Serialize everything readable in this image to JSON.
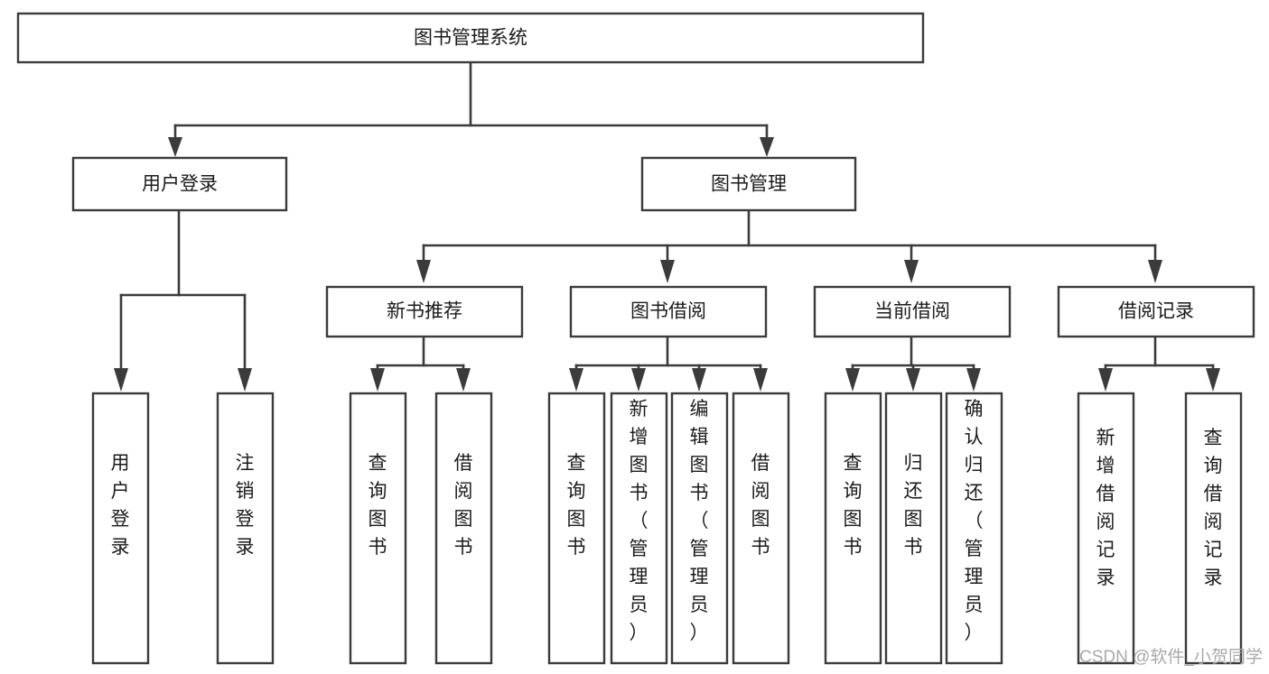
{
  "diagram": {
    "title": "图书管理系统",
    "type": "tree-hierarchy",
    "colors": {
      "box_stroke": "#3b3b3b",
      "box_fill": "#ffffff",
      "connector": "#3b3b3b",
      "text": "#1b1b1b",
      "watermark": "#a9a9a9",
      "background": "#ffffff"
    },
    "root": {
      "label": "图书管理系统"
    },
    "level2": [
      {
        "label": "用户登录"
      },
      {
        "label": "图书管理"
      }
    ],
    "level3": [
      {
        "label": "新书推荐"
      },
      {
        "label": "图书借阅"
      },
      {
        "label": "当前借阅"
      },
      {
        "label": "借阅记录"
      }
    ],
    "leaves": {
      "user_login": [
        {
          "label": "用户登录"
        },
        {
          "label": "注销登录"
        }
      ],
      "new_book_recommend": [
        {
          "label": "查询图书"
        },
        {
          "label": "借阅图书"
        }
      ],
      "book_borrow": [
        {
          "label": "查询图书"
        },
        {
          "label": "新增图书（管理员）"
        },
        {
          "label": "编辑图书（管理员）"
        },
        {
          "label": "借阅图书"
        }
      ],
      "current_borrow": [
        {
          "label": "查询图书"
        },
        {
          "label": "归还图书"
        },
        {
          "label": "确认归还（管理员）"
        }
      ],
      "borrow_record": [
        {
          "label": "新增借阅记录"
        },
        {
          "label": "查询借阅记录"
        }
      ]
    }
  },
  "watermark": {
    "text": "CSDN @软件_小贺同学"
  }
}
